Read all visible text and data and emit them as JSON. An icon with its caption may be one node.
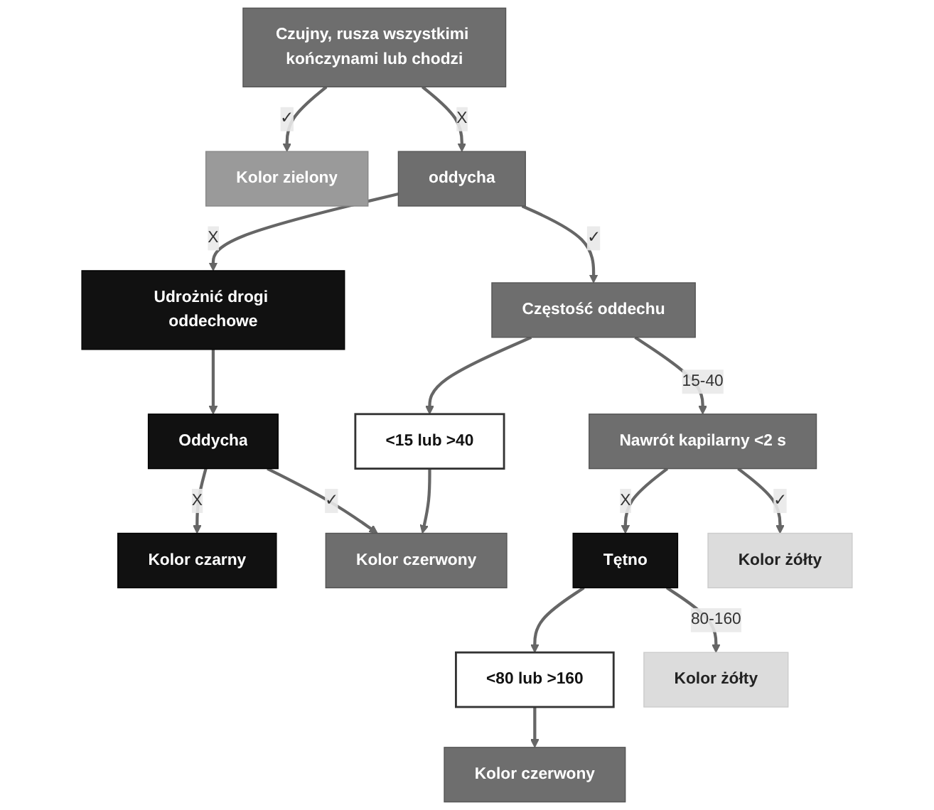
{
  "diagram": {
    "nodes": [
      {
        "text": [
          "Czujny, rusza wszystkimi kończynami lub chodzi"
        ]
      },
      {
        "text": [
          "Kolor zielony"
        ]
      },
      {
        "text": [
          "Kolor czarny"
        ]
      },
      {
        "text": [
          "oddycha"
        ]
      },
      {
        "text": [
          "Udrożnić drogi oddechowe"
        ]
      },
      {
        "text": [
          "Oddycha"
        ]
      },
      {
        "text": [
          "Częstość oddechu"
        ]
      },
      {
        "text": [
          "<15 lub >40"
        ]
      },
      {
        "text": [
          "Kolor czerwony"
        ]
      },
      {
        "text": [
          "Nawrót kapilarny <2 s"
        ]
      },
      {
        "text": [
          "Tętno"
        ]
      },
      {
        "text": [
          "<80 lub >160"
        ]
      },
      {
        "text": [
          "Kolor żółty"
        ]
      },
      {
        "text": [
          "Kolor żółty"
        ]
      },
      {
        "text": [
          "Kolor czerwony"
        ]
      }
    ],
    "edges": [
      {
        "from": 0,
        "to": 1,
        "arrow": "to",
        "label": "✓"
      },
      {
        "from": 0,
        "to": 3,
        "arrow": "to",
        "label": "X"
      },
      {
        "from": 3,
        "to": 4,
        "arrow": "to",
        "label": "X"
      },
      {
        "from": 4,
        "to": 5,
        "arrow": "to"
      },
      {
        "from": 5,
        "to": 2,
        "arrow": "to",
        "label": "X"
      },
      {
        "from": 3,
        "to": 6,
        "arrow": "to",
        "label": "✓"
      },
      {
        "from": 5,
        "to": 8,
        "arrow": "to",
        "label": "✓"
      },
      {
        "from": 6,
        "to": 7,
        "arrow": "to"
      },
      {
        "from": 7,
        "to": 8,
        "arrow": "to"
      },
      {
        "from": 6,
        "to": 9,
        "arrow": "to",
        "label": "15-40"
      },
      {
        "from": 9,
        "to": 10,
        "arrow": "to",
        "label": "X"
      },
      {
        "from": 10,
        "to": 11,
        "arrow": "to"
      },
      {
        "from": 9,
        "to": 12,
        "arrow": "to",
        "label": "✓"
      },
      {
        "from": 10,
        "to": 13,
        "arrow": "to",
        "label": "80-160"
      },
      {
        "from": 11,
        "to": 14,
        "arrow": "to"
      }
    ]
  }
}
